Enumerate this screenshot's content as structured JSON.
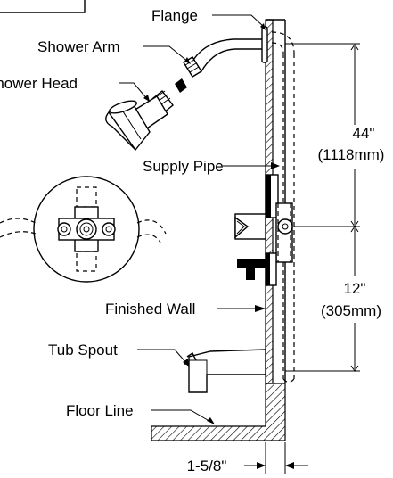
{
  "labels": {
    "flange": "Flange",
    "shower_arm": "Shower Arm",
    "shower_head": "Shower Head",
    "supply_pipe": "Supply Pipe",
    "finished_wall": "Finished Wall",
    "tub_spout": "Tub Spout",
    "floor_line": "Floor Line"
  },
  "dimensions": {
    "upper_imperial": "44\"",
    "upper_metric": "(1118mm)",
    "lower_imperial": "12\"",
    "lower_metric": "(305mm)",
    "wall_offset": "1-5/8\""
  }
}
